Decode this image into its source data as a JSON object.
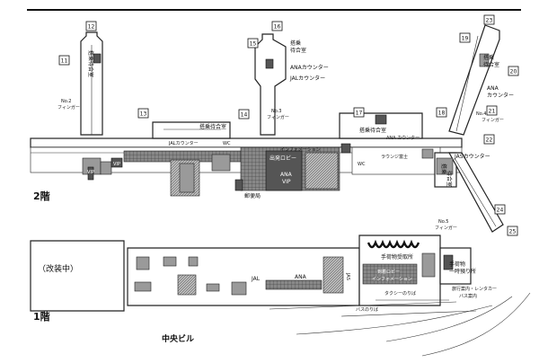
{
  "floors": {
    "second": "2階",
    "first": "1階"
  },
  "building": "中央ビル",
  "under_renovation": "（改装中）",
  "gates": [
    "11",
    "12",
    "13",
    "14",
    "15",
    "16",
    "17",
    "18",
    "19",
    "20",
    "21",
    "22",
    "23",
    "24",
    "25"
  ],
  "fingers": {
    "no2": [
      "No.2",
      "フィンガー"
    ],
    "no3": [
      "No.3",
      "フィンガー"
    ],
    "no4": [
      "No.4",
      "フィンガー"
    ],
    "no5": [
      "No.5",
      "フィンガー"
    ]
  },
  "waiting_rooms": {
    "boarding_v": "搭乗待合室",
    "boarding_15": [
      "搭乗",
      "待合室"
    ],
    "boarding_center": "搭乗待合室",
    "boarding_right": "搭乗待合室",
    "boarding_21": [
      "搭乗",
      "待合室"
    ],
    "boarding_lower": [
      "搭乗",
      "待合室"
    ]
  },
  "counters": {
    "ana_15": "ANAカウンター",
    "jal_15": "JALカウンター",
    "jal_center": "JALカウンター",
    "wc1": "WC",
    "wc2": "WC",
    "ana_right": "ANA カウンター",
    "ana_21": [
      "ANA",
      "カウンター"
    ],
    "jas": "JASカウンター"
  },
  "facilities_2f": {
    "info": "インフォメーション",
    "lounge": "ラウンジ富士",
    "exit_lobby": "出発ロビー",
    "ana_vip": [
      "ANA",
      "VIP"
    ],
    "post": "郵便局",
    "vip1": "VIP",
    "vip2": "VIP"
  },
  "facilities_1f": {
    "baggage_claim": "手荷物受取所",
    "arrival_lobby": "到着ロビー",
    "info": "インフォメーション",
    "baggage_storage": [
      "手荷物",
      "一時預り所"
    ],
    "travel_info": "旅行案内・レンタカー",
    "bus_info": "バス案内",
    "taxi": "タクシーのりば",
    "bus": "バスのりば",
    "jal": "JAL",
    "ana": "ANA",
    "jas": "JAS"
  }
}
